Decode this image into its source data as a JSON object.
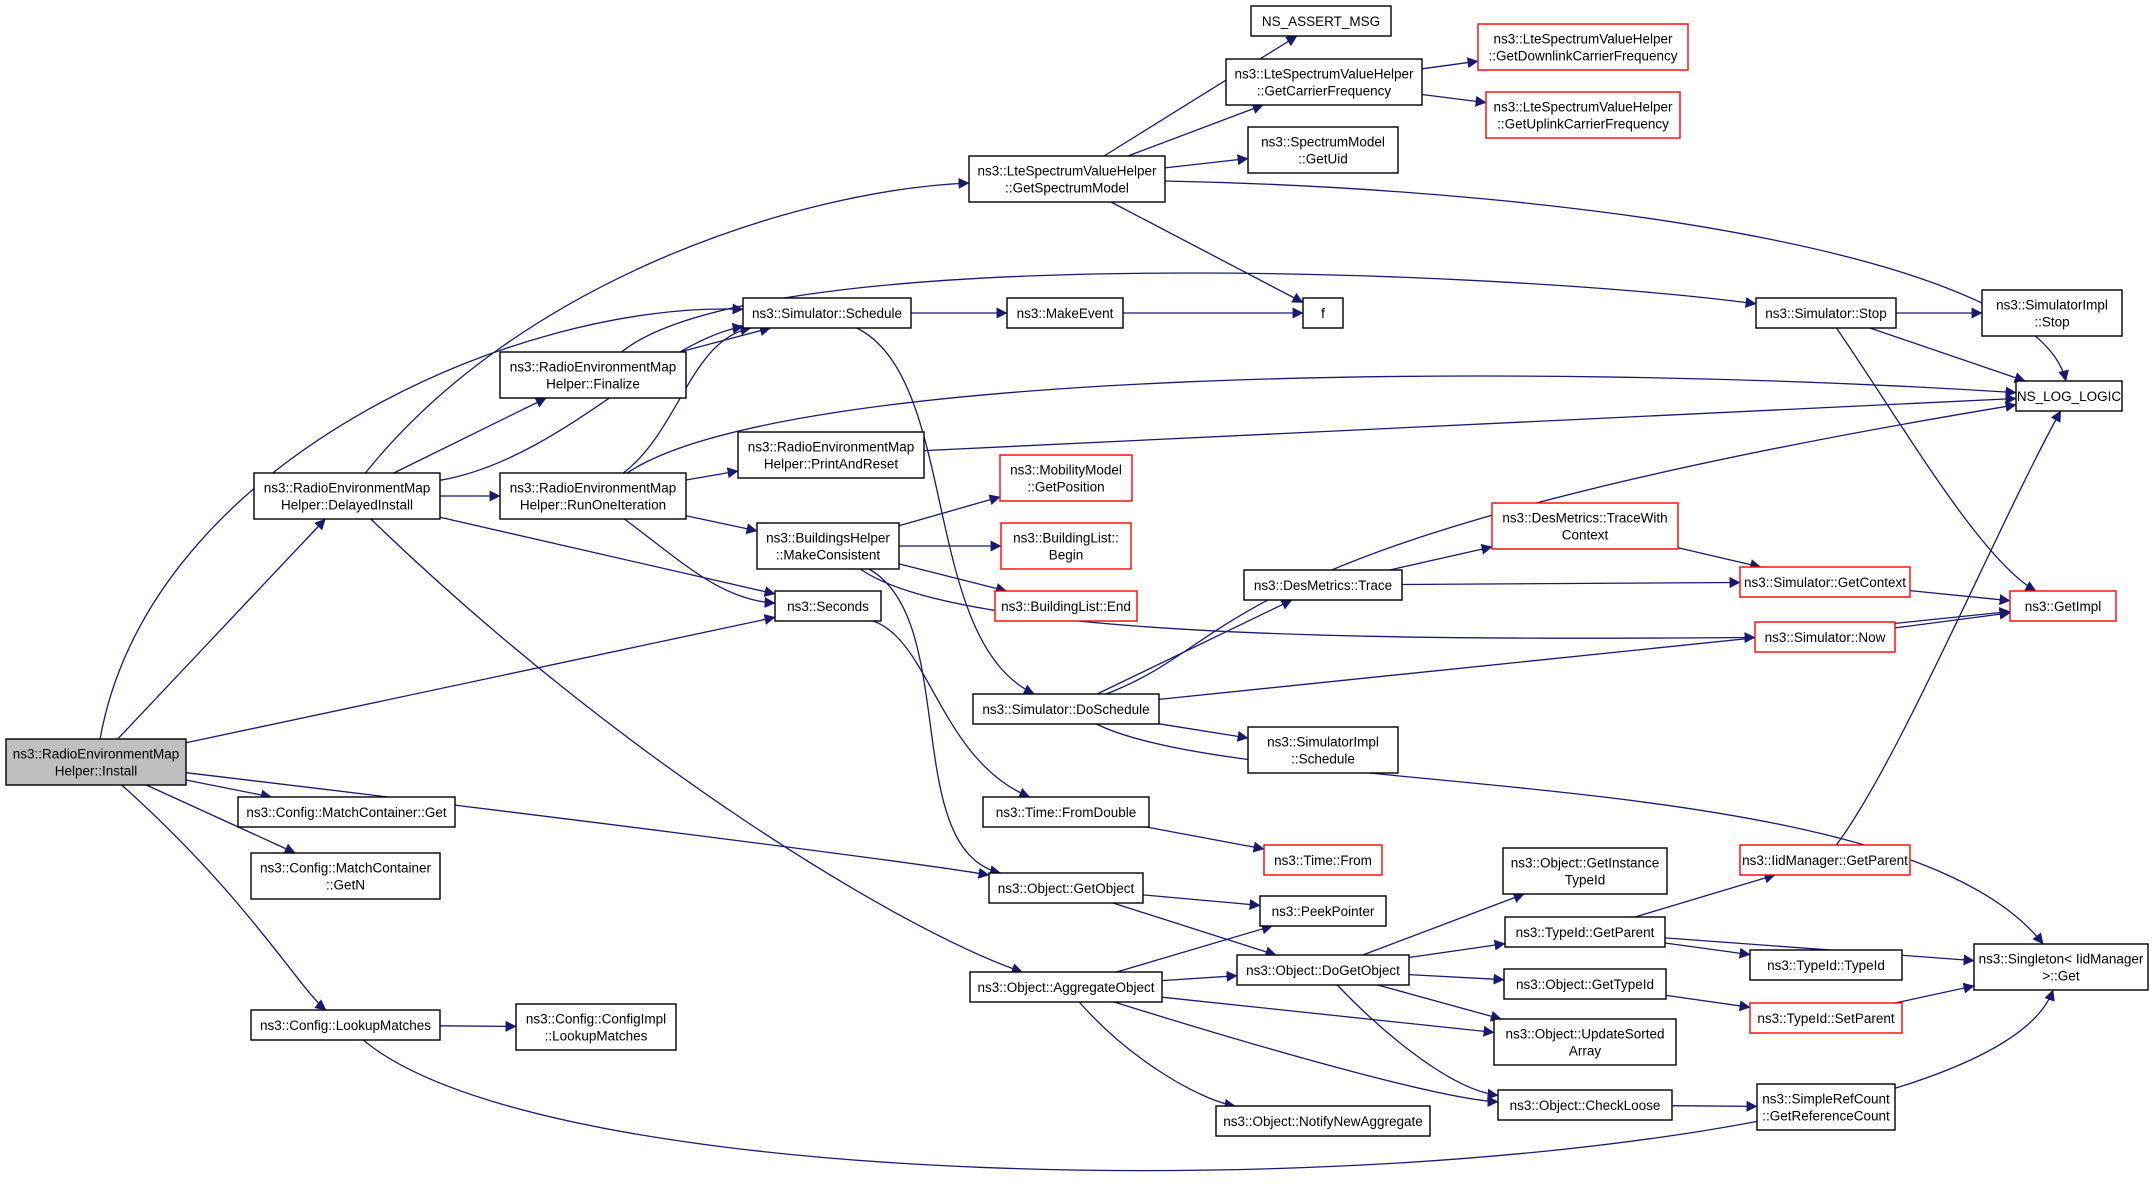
{
  "graph": {
    "title": "",
    "root": "install",
    "colors": {
      "edge": "#191970",
      "normal_border": "#000000",
      "truncated_border": "#ff0000",
      "root_fill": "#bfbfbf",
      "node_fill": "#ffffff"
    },
    "nodes": [
      {
        "id": "install",
        "lines": [
          "ns3::RadioEnvironmentMap",
          "Helper::Install"
        ],
        "root": true
      },
      {
        "id": "delayed",
        "lines": [
          "ns3::RadioEnvironmentMap",
          "Helper::DelayedInstall"
        ]
      },
      {
        "id": "mc_get",
        "lines": [
          "ns3::Config::MatchContainer::Get"
        ]
      },
      {
        "id": "mc_getn",
        "lines": [
          "ns3::Config::MatchContainer",
          "::GetN"
        ]
      },
      {
        "id": "lookup",
        "lines": [
          "ns3::Config::LookupMatches"
        ]
      },
      {
        "id": "finalize",
        "lines": [
          "ns3::RadioEnvironmentMap",
          "Helper::Finalize"
        ]
      },
      {
        "id": "runone",
        "lines": [
          "ns3::RadioEnvironmentMap",
          "Helper::RunOneIteration"
        ]
      },
      {
        "id": "sched",
        "lines": [
          "ns3::Simulator::Schedule"
        ]
      },
      {
        "id": "printreset",
        "lines": [
          "ns3::RadioEnvironmentMap",
          "Helper::PrintAndReset"
        ]
      },
      {
        "id": "buildings",
        "lines": [
          "ns3::BuildingsHelper",
          "::MakeConsistent"
        ]
      },
      {
        "id": "seconds",
        "lines": [
          "ns3::Seconds"
        ]
      },
      {
        "id": "configimpl",
        "lines": [
          "ns3::Config::ConfigImpl",
          "::LookupMatches"
        ]
      },
      {
        "id": "getspec",
        "lines": [
          "ns3::LteSpectrumValueHelper",
          "::GetSpectrumModel"
        ]
      },
      {
        "id": "makeevent",
        "lines": [
          "ns3::MakeEvent"
        ]
      },
      {
        "id": "mobility",
        "lines": [
          "ns3::MobilityModel",
          "::GetPosition"
        ],
        "truncated": true
      },
      {
        "id": "blbegin",
        "lines": [
          "ns3::BuildingList::",
          "Begin"
        ],
        "truncated": true
      },
      {
        "id": "blend",
        "lines": [
          "ns3::BuildingList::End"
        ],
        "truncated": true
      },
      {
        "id": "doschedule",
        "lines": [
          "ns3::Simulator::DoSchedule"
        ]
      },
      {
        "id": "fromdouble",
        "lines": [
          "ns3::Time::FromDouble"
        ]
      },
      {
        "id": "getobject",
        "lines": [
          "ns3::Object::GetObject"
        ]
      },
      {
        "id": "aggregate",
        "lines": [
          "ns3::Object::AggregateObject"
        ]
      },
      {
        "id": "nsassert",
        "lines": [
          "NS_ASSERT_MSG"
        ]
      },
      {
        "id": "getcarrier",
        "lines": [
          "ns3::LteSpectrumValueHelper",
          "::GetCarrierFrequency"
        ]
      },
      {
        "id": "getuid",
        "lines": [
          "ns3::SpectrumModel",
          "::GetUid"
        ]
      },
      {
        "id": "f",
        "lines": [
          "f"
        ]
      },
      {
        "id": "destrace",
        "lines": [
          "ns3::DesMetrics::Trace"
        ]
      },
      {
        "id": "simimplsched",
        "lines": [
          "ns3::SimulatorImpl",
          "::Schedule"
        ]
      },
      {
        "id": "timefrom",
        "lines": [
          "ns3::Time::From"
        ],
        "truncated": true
      },
      {
        "id": "peek",
        "lines": [
          "ns3::PeekPointer"
        ]
      },
      {
        "id": "dogetobject",
        "lines": [
          "ns3::Object::DoGetObject"
        ]
      },
      {
        "id": "notify",
        "lines": [
          "ns3::Object::NotifyNewAggregate"
        ]
      },
      {
        "id": "getdown",
        "lines": [
          "ns3::LteSpectrumValueHelper",
          "::GetDownlinkCarrierFrequency"
        ],
        "truncated": true
      },
      {
        "id": "getup",
        "lines": [
          "ns3::LteSpectrumValueHelper",
          "::GetUplinkCarrierFrequency"
        ],
        "truncated": true
      },
      {
        "id": "tracewith",
        "lines": [
          "ns3::DesMetrics::TraceWith",
          "Context"
        ],
        "truncated": true
      },
      {
        "id": "now",
        "lines": [
          "ns3::Simulator::Now"
        ],
        "truncated": true
      },
      {
        "id": "getinst",
        "lines": [
          "ns3::Object::GetInstance",
          "TypeId"
        ]
      },
      {
        "id": "tgetparent",
        "lines": [
          "ns3::TypeId::GetParent"
        ]
      },
      {
        "id": "ogettypeid",
        "lines": [
          "ns3::Object::GetTypeId"
        ]
      },
      {
        "id": "updsorted",
        "lines": [
          "ns3::Object::UpdateSorted",
          "Array"
        ]
      },
      {
        "id": "checkloose",
        "lines": [
          "ns3::Object::CheckLoose"
        ]
      },
      {
        "id": "stop",
        "lines": [
          "ns3::Simulator::Stop"
        ]
      },
      {
        "id": "getcontext",
        "lines": [
          "ns3::Simulator::GetContext"
        ],
        "truncated": true
      },
      {
        "id": "iidparent",
        "lines": [
          "ns3::IidManager::GetParent"
        ],
        "truncated": true
      },
      {
        "id": "typeidtypeid",
        "lines": [
          "ns3::TypeId::TypeId"
        ]
      },
      {
        "id": "setparent",
        "lines": [
          "ns3::TypeId::SetParent"
        ],
        "truncated": true
      },
      {
        "id": "refcount",
        "lines": [
          "ns3::SimpleRefCount",
          "::GetReferenceCount"
        ]
      },
      {
        "id": "implstop",
        "lines": [
          "ns3::SimulatorImpl",
          "::Stop"
        ]
      },
      {
        "id": "nslog",
        "lines": [
          "NS_LOG_LOGIC"
        ]
      },
      {
        "id": "getimpl",
        "lines": [
          "ns3::GetImpl"
        ],
        "truncated": true
      },
      {
        "id": "singleton",
        "lines": [
          "ns3::Singleton< IidManager",
          ">::Get"
        ]
      }
    ],
    "edges": [
      [
        "install",
        "delayed"
      ],
      [
        "install",
        "sched"
      ],
      [
        "install",
        "seconds"
      ],
      [
        "install",
        "mc_get"
      ],
      [
        "install",
        "mc_getn"
      ],
      [
        "install",
        "lookup"
      ],
      [
        "install",
        "getobject"
      ],
      [
        "delayed",
        "finalize"
      ],
      [
        "delayed",
        "runone"
      ],
      [
        "delayed",
        "sched"
      ],
      [
        "delayed",
        "seconds"
      ],
      [
        "delayed",
        "getspec"
      ],
      [
        "delayed",
        "aggregate"
      ],
      [
        "finalize",
        "stop"
      ],
      [
        "finalize",
        "sched"
      ],
      [
        "runone",
        "sched"
      ],
      [
        "runone",
        "printreset"
      ],
      [
        "runone",
        "buildings"
      ],
      [
        "runone",
        "seconds"
      ],
      [
        "runone",
        "nslog"
      ],
      [
        "printreset",
        "nslog"
      ],
      [
        "buildings",
        "mobility"
      ],
      [
        "buildings",
        "blbegin"
      ],
      [
        "buildings",
        "blend"
      ],
      [
        "buildings",
        "getobject"
      ],
      [
        "buildings",
        "now"
      ],
      [
        "sched",
        "makeevent"
      ],
      [
        "sched",
        "doschedule"
      ],
      [
        "makeevent",
        "f"
      ],
      [
        "seconds",
        "fromdouble"
      ],
      [
        "lookup",
        "configimpl"
      ],
      [
        "lookup",
        "singleton"
      ],
      [
        "getspec",
        "nsassert"
      ],
      [
        "getspec",
        "getcarrier"
      ],
      [
        "getspec",
        "getuid"
      ],
      [
        "getspec",
        "f"
      ],
      [
        "getspec",
        "nslog"
      ],
      [
        "getcarrier",
        "getdown"
      ],
      [
        "getcarrier",
        "getup"
      ],
      [
        "doschedule",
        "destrace"
      ],
      [
        "doschedule",
        "simimplsched"
      ],
      [
        "doschedule",
        "getimpl"
      ],
      [
        "doschedule",
        "nslog"
      ],
      [
        "doschedule",
        "singleton"
      ],
      [
        "destrace",
        "tracewith"
      ],
      [
        "destrace",
        "getcontext"
      ],
      [
        "tracewith",
        "getcontext"
      ],
      [
        "getcontext",
        "getimpl"
      ],
      [
        "now",
        "getimpl"
      ],
      [
        "fromdouble",
        "timefrom"
      ],
      [
        "getobject",
        "peek"
      ],
      [
        "getobject",
        "dogetobject"
      ],
      [
        "aggregate",
        "peek"
      ],
      [
        "aggregate",
        "dogetobject"
      ],
      [
        "aggregate",
        "updsorted"
      ],
      [
        "aggregate",
        "checkloose"
      ],
      [
        "aggregate",
        "notify"
      ],
      [
        "dogetobject",
        "getinst"
      ],
      [
        "dogetobject",
        "tgetparent"
      ],
      [
        "dogetobject",
        "ogettypeid"
      ],
      [
        "dogetobject",
        "updsorted"
      ],
      [
        "dogetobject",
        "checkloose"
      ],
      [
        "tgetparent",
        "iidparent"
      ],
      [
        "tgetparent",
        "typeidtypeid"
      ],
      [
        "tgetparent",
        "singleton"
      ],
      [
        "ogettypeid",
        "setparent"
      ],
      [
        "checkloose",
        "refcount"
      ],
      [
        "iidparent",
        "nslog"
      ],
      [
        "setparent",
        "singleton"
      ],
      [
        "stop",
        "implstop"
      ],
      [
        "stop",
        "nslog"
      ],
      [
        "stop",
        "getimpl"
      ]
    ]
  }
}
